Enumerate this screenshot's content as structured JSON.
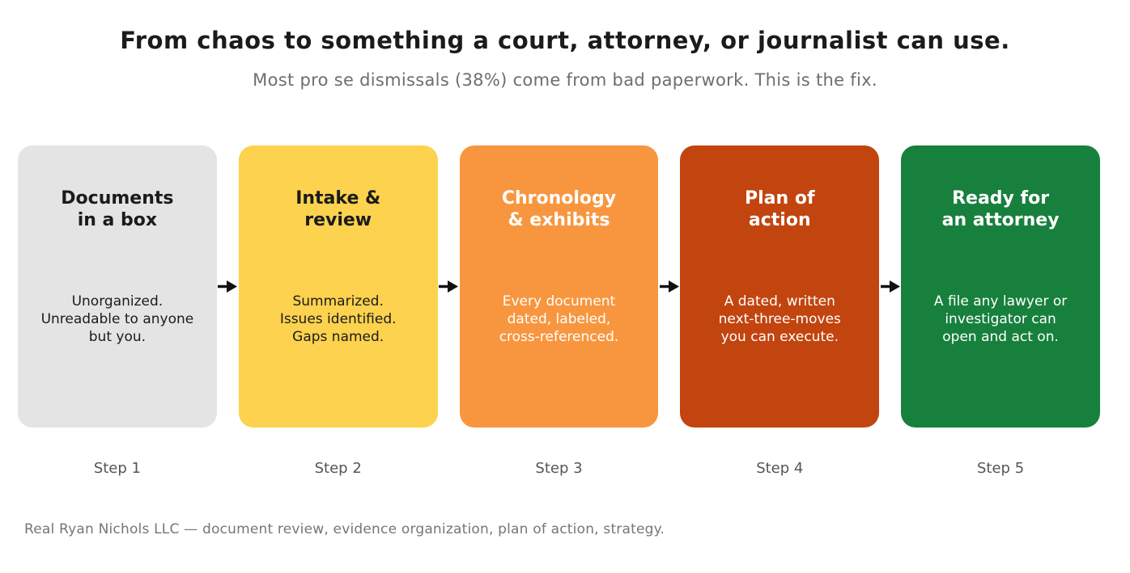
{
  "header": {
    "title": "From chaos to something a court, attorney, or journalist can use.",
    "subtitle": "Most pro se dismissals (38%) come from bad paperwork. This is the fix."
  },
  "steps": [
    {
      "label": "Step 1",
      "title": "Documents\nin a box",
      "body": "Unorganized.\nUnreadable to anyone\nbut you.",
      "bg": "#e4e4e4",
      "text_color": "#1b1b1b"
    },
    {
      "label": "Step 2",
      "title": "Intake &\nreview",
      "body": "Summarized.\nIssues identified.\nGaps named.",
      "bg": "#fcd24e",
      "text_color": "#1b1b1b"
    },
    {
      "label": "Step 3",
      "title": "Chronology\n& exhibits",
      "body": "Every document\ndated, labeled,\ncross-referenced.",
      "bg": "#f8963f",
      "text_color": "#ffffff"
    },
    {
      "label": "Step 4",
      "title": "Plan of\naction",
      "body": "A dated, written\nnext-three-moves\nyou can execute.",
      "bg": "#c2440e",
      "text_color": "#ffffff"
    },
    {
      "label": "Step 5",
      "title": "Ready for\nan attorney",
      "body": "A file any lawyer or\ninvestigator can\nopen and act on.",
      "bg": "#17803d",
      "text_color": "#ffffff"
    }
  ],
  "arrow": {
    "icon": "arrow-right",
    "color": "#111111"
  },
  "footer": {
    "text": "Real Ryan Nichols LLC — document review, evidence organization, plan of action, strategy."
  }
}
